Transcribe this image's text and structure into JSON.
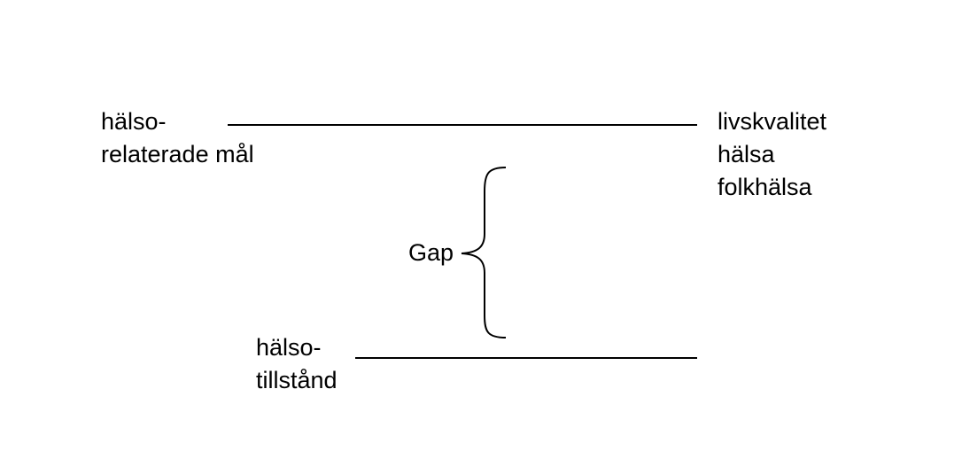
{
  "diagram": {
    "left_top_label": [
      "hälso-",
      "relaterade mål"
    ],
    "right_labels": [
      "livskvalitet",
      "hälsa",
      "folkhälsa"
    ],
    "bottom_label": [
      "hälso-",
      "tillstånd"
    ],
    "gap_label": "Gap"
  }
}
